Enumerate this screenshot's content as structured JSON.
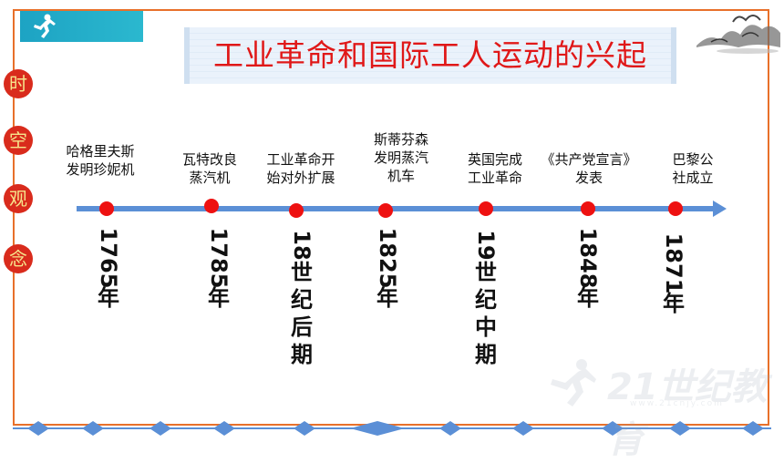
{
  "title": "工业革命和国际工人运动的兴起",
  "side_label": [
    "时",
    "空",
    "观",
    "念"
  ],
  "events": [
    {
      "label": [
        "哈格里夫斯",
        "发明珍妮机"
      ],
      "date_num": "1765",
      "date_suffix": [
        "年"
      ]
    },
    {
      "label": [
        "瓦特改良",
        "蒸汽机"
      ],
      "date_num": "1785",
      "date_suffix": [
        "年"
      ]
    },
    {
      "label": [
        "工业革命开",
        "始对外扩展"
      ],
      "date_num": "18",
      "date_suffix": [
        "世",
        "纪",
        "后",
        "期"
      ]
    },
    {
      "label": [
        "斯蒂芬森",
        "发明蒸汽",
        "机车"
      ],
      "date_num": "1825",
      "date_suffix": [
        "年"
      ]
    },
    {
      "label": [
        "英国完成",
        "工业革命"
      ],
      "date_num": "19",
      "date_suffix": [
        "世",
        "纪",
        "中",
        "期"
      ]
    },
    {
      "label": [
        "《共产党宣言》",
        "发表"
      ],
      "date_num": "1848",
      "date_suffix": [
        "年"
      ]
    },
    {
      "label": [
        "巴黎公",
        "社成立"
      ],
      "date_num": "1871",
      "date_suffix": [
        "年"
      ]
    }
  ],
  "watermark": {
    "brand": "21世纪教育",
    "url": "www.21cnjy.com"
  },
  "colors": {
    "frame": "#e8702a",
    "axis": "#5b8fd6",
    "dot": "#ee1111",
    "title": "#e01818",
    "badge": "#1da3c3",
    "side_circle": "#d92b1c"
  },
  "icons": {
    "badge": "running-figure-icon",
    "decor": "ink-landscape-icon"
  }
}
